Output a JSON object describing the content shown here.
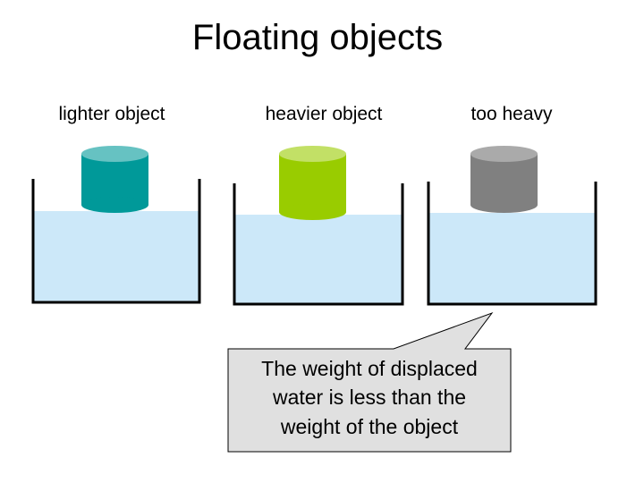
{
  "title": "Floating objects",
  "containers": [
    {
      "label": "lighter object",
      "object_color": "#009999",
      "object_top_color": "#66C2C2"
    },
    {
      "label": "heavier object",
      "object_color": "#99CC00",
      "object_top_color": "#C2E066"
    },
    {
      "label": "too heavy",
      "object_color": "#808080",
      "object_top_color": "#AAAAAA"
    }
  ],
  "colors": {
    "water": "#CCE8F9",
    "wall": "#000000",
    "callout_fill": "#E0E0E0"
  },
  "callout": {
    "lines": [
      "The weight of displaced",
      "water is less than the",
      "weight of the object"
    ]
  }
}
